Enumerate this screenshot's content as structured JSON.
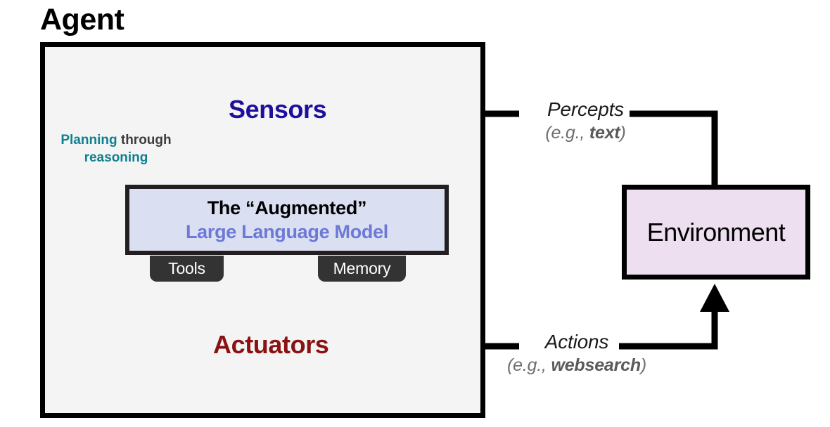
{
  "diagram": {
    "title": "Agent",
    "agent": {
      "label": "Agent",
      "sensors": {
        "label": "Sensors",
        "color": "#1d0f9e"
      },
      "actuators": {
        "label": "Actuators",
        "color": "#8b1213"
      },
      "planning": {
        "word1": "Planning",
        "word2": "through",
        "word3": "reasoning",
        "accent_color": "#10808f",
        "text_color": "#3d3d3d"
      },
      "llm": {
        "line1": "The “Augmented”",
        "line2": "Large Language Model",
        "fill": "#dbdff2",
        "line2_color": "#6c79d6"
      },
      "tabs": [
        {
          "label": "Tools",
          "fill": "#333333"
        },
        {
          "label": "Memory",
          "fill": "#333333"
        }
      ],
      "fill": "#f4f4f4"
    },
    "environment": {
      "label": "Environment",
      "fill": "#eddef0"
    },
    "edges": [
      {
        "name": "percepts",
        "main": "Percepts",
        "sub_prefix": "(e.g., ",
        "sub_bold": "text",
        "sub_suffix": ")",
        "direction": "environment-to-sensors"
      },
      {
        "name": "actions",
        "main": "Actions",
        "sub_prefix": "(e.g., ",
        "sub_bold": "websearch",
        "sub_suffix": ")",
        "direction": "actuators-to-environment"
      }
    ]
  }
}
